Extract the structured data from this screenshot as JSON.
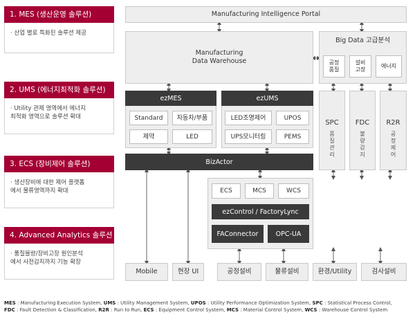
{
  "solutions": [
    {
      "title": "1. MES (생산운영 솔루션)",
      "desc": "· 산업 별로 특화된 솔루션 제공"
    },
    {
      "title": "2. UMS (에너지최적화 솔루션)",
      "desc": "· Utility 관제 영역에서 에너지\n  최적화 영역으로 솔루션 확대"
    },
    {
      "title": "3. ECS (장비제어 솔루션)",
      "desc": "· 생산장비에 대한 제어 플랫폼\n  에서 물류영역까지 확대"
    },
    {
      "title": "4. Advanced Analytics 솔루션",
      "desc": "· 품질불량/장비고장 원인분석\n  에서 사전감지까지 기능 확장"
    }
  ],
  "portal": "Manufacturing Intelligence Portal",
  "warehouse": "Manufacturing\nData Warehouse",
  "bigdata": {
    "title": "Big Data 고급분석",
    "items": [
      "공정\n품질",
      "설비\n고장",
      "에너지"
    ]
  },
  "ezmes": {
    "title": "ezMES",
    "items": [
      "Standard",
      "자동차/부품",
      "제약",
      "LED"
    ]
  },
  "ezums": {
    "title": "ezUMS",
    "items": [
      "LED조명제어",
      "UPOS",
      "UPS모니터링",
      "PEMS"
    ]
  },
  "analytics": [
    {
      "title": "SPC",
      "sub": "품질관리"
    },
    {
      "title": "FDC",
      "sub": "불량감지"
    },
    {
      "title": "R2R",
      "sub": "공정제어"
    }
  ],
  "bizactor": "BizActor",
  "control": {
    "top": [
      "ECS",
      "MCS",
      "WCS"
    ],
    "middle": "ezControl / FactoryLync",
    "bottom": [
      "FAConnector",
      "OPC-UA"
    ]
  },
  "bottom_row": [
    "Mobile",
    "현장 UI",
    "공정설비",
    "물류설비",
    "환경/Utility",
    "검사설비"
  ],
  "legend_line1": [
    {
      "abbr": "MES",
      "text": " : Manufacturing Execution System, "
    },
    {
      "abbr": "UMS",
      "text": " : Utility Management System, "
    },
    {
      "abbr": "UPOS",
      "text": " : Utility Performance Optimization System, "
    },
    {
      "abbr": "SPC",
      "text": " : Statistical Process Control,"
    }
  ],
  "legend_line2": [
    {
      "abbr": "FDC",
      "text": " : Fault Detection & Classification, "
    },
    {
      "abbr": "R2R",
      "text": " : Run to Run, "
    },
    {
      "abbr": "ECS",
      "text": " : Equipment Control System, "
    },
    {
      "abbr": "MCS",
      "text": " : Material Control System, "
    },
    {
      "abbr": "WCS",
      "text": " : Warehouse Control System"
    }
  ]
}
